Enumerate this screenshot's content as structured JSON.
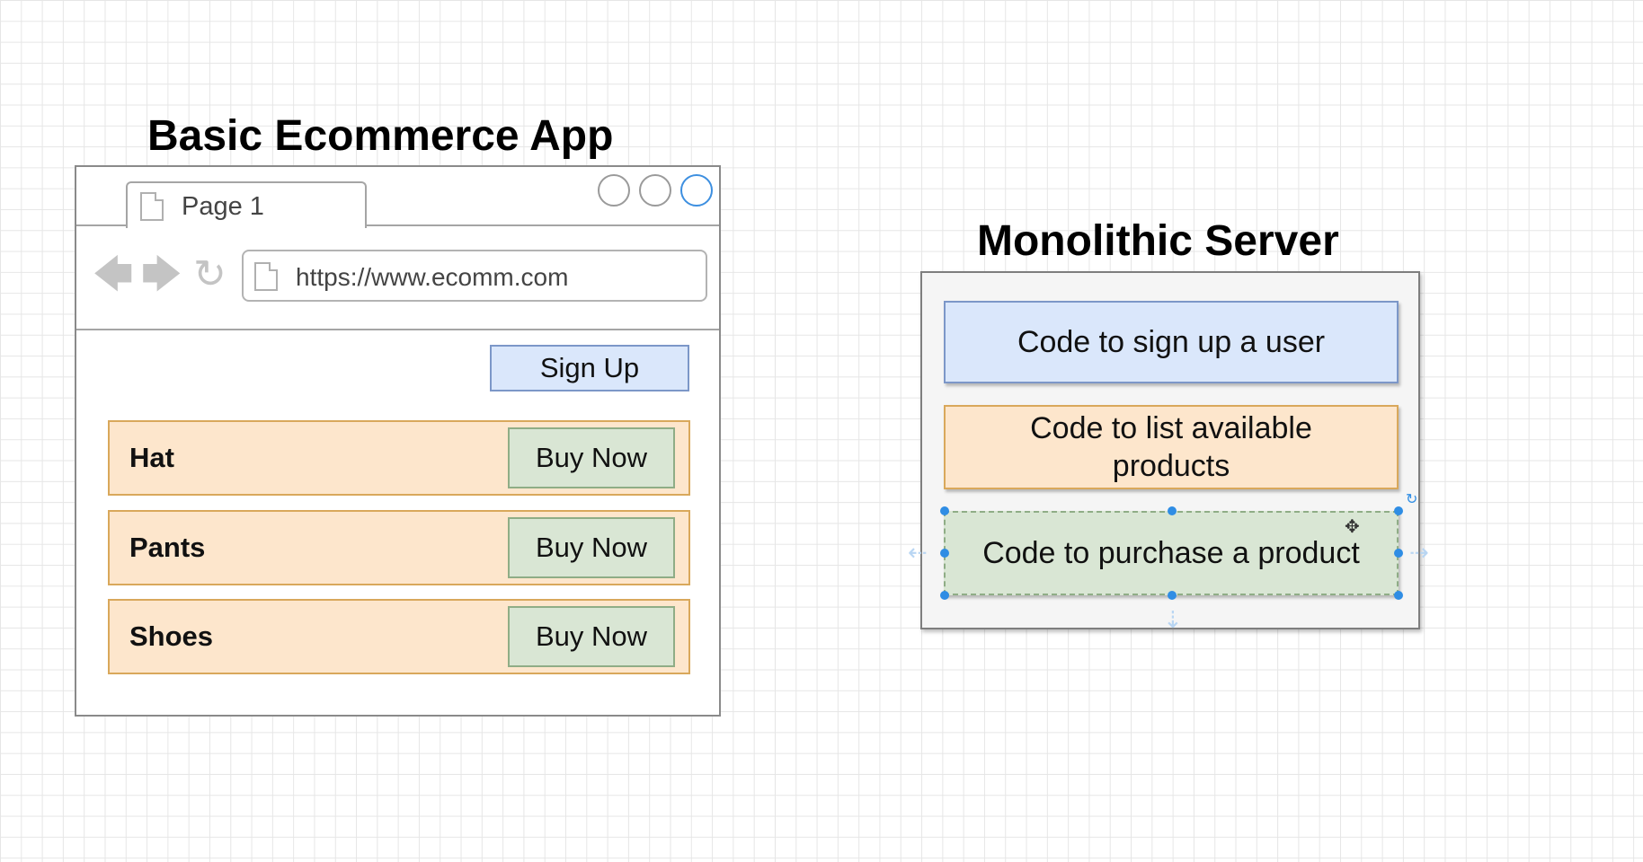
{
  "left_diagram": {
    "title": "Basic Ecommerce App",
    "tab_label": "Page 1",
    "url": "https://www.ecomm.com",
    "signup_label": "Sign Up",
    "products": [
      {
        "name": "Hat",
        "button": "Buy Now"
      },
      {
        "name": "Pants",
        "button": "Buy Now"
      },
      {
        "name": "Shoes",
        "button": "Buy Now"
      }
    ]
  },
  "right_diagram": {
    "title": "Monolithic Server",
    "modules": [
      "Code to sign up a user",
      "Code to list available products",
      "Code to purchase a product"
    ]
  },
  "colors": {
    "blue_fill": "#dae7fb",
    "orange_fill": "#fde6cc",
    "green_fill": "#d9e6d4",
    "selection_handle": "#2f8de4"
  },
  "icons": [
    "page-icon",
    "back-arrow-icon",
    "forward-arrow-icon",
    "reload-icon",
    "move-cursor-icon",
    "rotate-handle-icon"
  ]
}
